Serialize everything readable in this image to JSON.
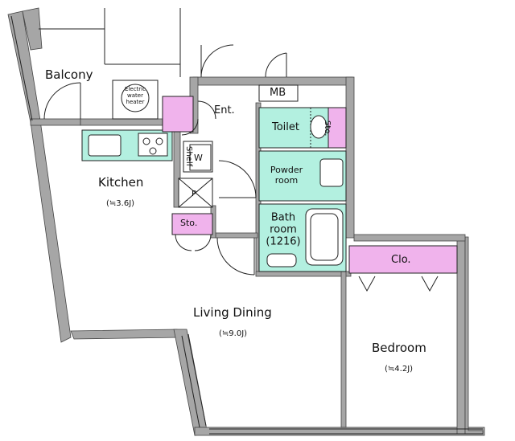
{
  "rooms": {
    "balcony": "Balcony",
    "electric_water_heater": [
      "Electric",
      "water",
      "heater"
    ],
    "mb": "MB",
    "entrance": "Ent.",
    "toilet": "Toilet",
    "toilet_storage": "Sto.",
    "kitchen": "Kitchen",
    "kitchen_size": "(≒3.6J)",
    "shelf": "Shelf",
    "washer": "W",
    "pipe": "P",
    "powder_room": [
      "Powder",
      "room"
    ],
    "bath_room": [
      "Bath",
      "room",
      "(1216)"
    ],
    "storage": "Sto.",
    "closet": "Clo.",
    "living_dining": "Living Dining",
    "living_dining_size": "(≒9.0J)",
    "bedroom": "Bedroom",
    "bedroom_size": "(≒4.2J)"
  },
  "colors": {
    "wall": "#a6a6a6",
    "wet_area": "#b3f0e0",
    "storage": "#f0b3ec",
    "line": "#222222",
    "fixture": "#ffffff"
  }
}
